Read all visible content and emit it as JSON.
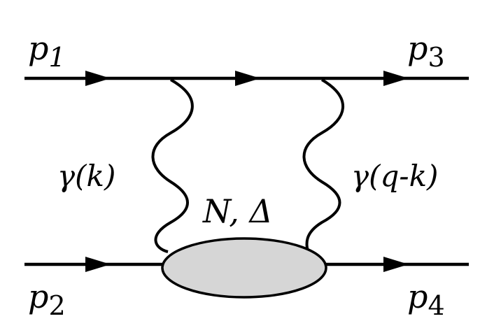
{
  "labels": {
    "p1": {
      "main": "p",
      "sub": "1"
    },
    "p2": {
      "main": "p",
      "sub": "2"
    },
    "p3": {
      "main": "p",
      "sub": "3"
    },
    "p4": {
      "main": "p",
      "sub": "4"
    },
    "photon_left": "γ(k)",
    "photon_right": "γ(q-k)",
    "blob": "N, Δ"
  },
  "colors": {
    "line": "#000000",
    "blob_fill": "#d6d6d6",
    "background": "#ffffff"
  }
}
